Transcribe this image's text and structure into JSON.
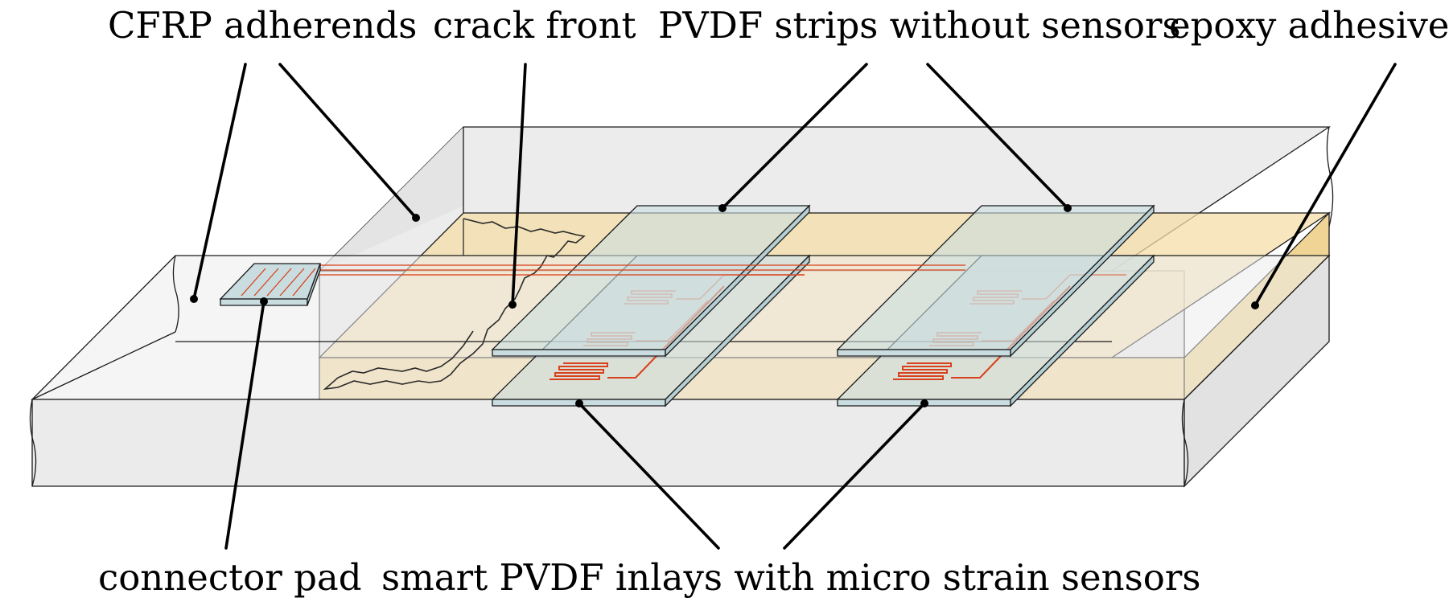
{
  "labels": {
    "cfrp_adherends": "CFRP adherends",
    "crack_front": "crack front",
    "pvdf_strips": "PVDF strips without sensors",
    "epoxy_adhesive": "epoxy adhesive",
    "connector_pad": "connector pad",
    "smart_inlays": "smart PVDF inlays with micro strain sensors"
  },
  "colors": {
    "cfrp": "#e9e9e9",
    "adhesive": "#f5dfa8",
    "pvdf": "#c9dde0",
    "sensor_trace": "#d9401c",
    "outline": "#1a1a1a",
    "leader": "#000000"
  }
}
